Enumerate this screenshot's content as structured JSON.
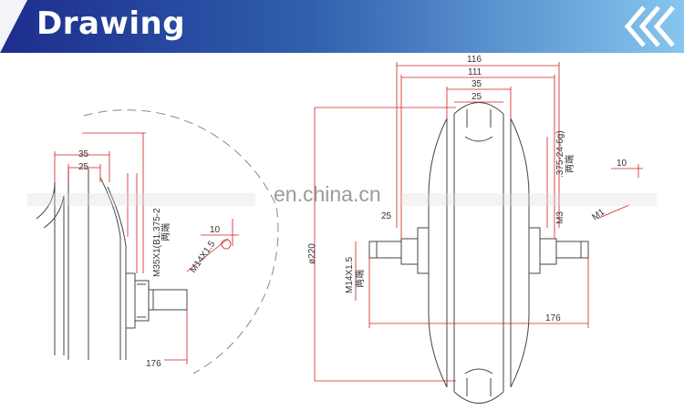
{
  "header": {
    "title": "Drawing",
    "gradient_start": "#1f2f8f",
    "gradient_end": "#7fc0ec",
    "chevron_icon": "chevrons-left-icon"
  },
  "watermark": {
    "text": "en.china.cn"
  },
  "detail_view": {
    "dim_35": "35",
    "dim_25": "25",
    "dim_10": "10",
    "dim_176": "176",
    "thread_label": "M35X1(B1.375-2",
    "thread_note": "两端",
    "bolt_label": "M14X1.5"
  },
  "main_view": {
    "dim_116": "116",
    "dim_111": "111",
    "dim_35": "35",
    "dim_25": "25",
    "dim_25_side": "25",
    "dim_10": "10",
    "dim_176": "176",
    "diameter_220": "ø220",
    "thread_label": ".375-24-6g)",
    "thread_note": "两端",
    "thread_short": "M3",
    "bolt_label": "M14X1.5",
    "bolt_note": "两端",
    "bolt_short": "M1"
  },
  "line_colors": {
    "outline": "#444444",
    "dimension": "#d11f1f"
  }
}
